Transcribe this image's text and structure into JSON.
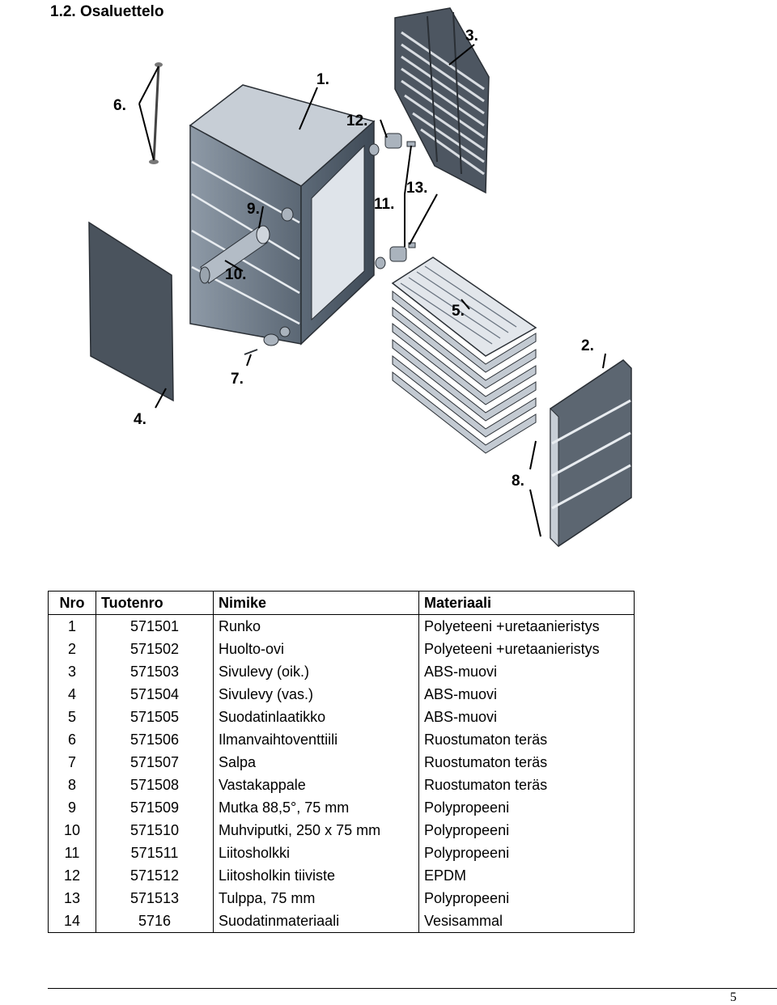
{
  "heading": "1.2. Osaluettelo",
  "callouts": {
    "c1": "1.",
    "c2": "2.",
    "c3": "3.",
    "c4": "4.",
    "c5": "5.",
    "c6": "6.",
    "c7": "7.",
    "c8": "8.",
    "c9": "9.",
    "c10": "10.",
    "c11": "11.",
    "c12": "12.",
    "c13": "13."
  },
  "table": {
    "headers": [
      "Nro",
      "Tuotenro",
      "Nimike",
      "Materiaali"
    ],
    "rows": [
      [
        "1",
        "571501",
        "Runko",
        "Polyeteeni +uretaanieristys"
      ],
      [
        "2",
        "571502",
        "Huolto-ovi",
        "Polyeteeni +uretaanieristys"
      ],
      [
        "3",
        "571503",
        "Sivulevy (oik.)",
        "ABS-muovi"
      ],
      [
        "4",
        "571504",
        "Sivulevy (vas.)",
        "ABS-muovi"
      ],
      [
        "5",
        "571505",
        "Suodatinlaatikko",
        "ABS-muovi"
      ],
      [
        "6",
        "571506",
        "Ilmanvaihtoventtiili",
        "Ruostumaton teräs"
      ],
      [
        "7",
        "571507",
        "Salpa",
        "Ruostumaton teräs"
      ],
      [
        "8",
        "571508",
        "Vastakappale",
        "Ruostumaton teräs"
      ],
      [
        "9",
        "571509",
        "Mutka 88,5°, 75 mm",
        "Polypropeeni"
      ],
      [
        "10",
        "571510",
        "Muhviputki, 250 x 75 mm",
        "Polypropeeni"
      ],
      [
        "11",
        "571511",
        "Liitosholkki",
        "Polypropeeni"
      ],
      [
        "12",
        "571512",
        "Liitosholkin tiiviste",
        "EPDM"
      ],
      [
        "13",
        "571513",
        "Tulppa, 75 mm",
        "Polypropeeni"
      ],
      [
        "14",
        "5716",
        "Suodatinmateriaali",
        "Vesisammal"
      ]
    ]
  },
  "page_number": "5"
}
